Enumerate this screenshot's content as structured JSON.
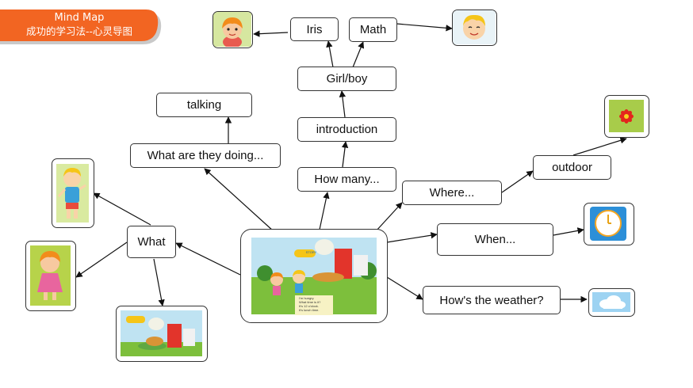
{
  "banner": {
    "title": "Mind Map",
    "subtitle": "成功的学习法--心灵导图"
  },
  "nodes": {
    "iris": "Iris",
    "math": "Math",
    "girl_boy": "Girl/boy",
    "talking": "talking",
    "introduction": "introduction",
    "what_are_they_doing": "What are they doing...",
    "how_many": "How many...",
    "where": "Where...",
    "outdoor": "outdoor",
    "what": "What",
    "when": "When...",
    "weather": "How's the weather?"
  },
  "center_image": {
    "sign": "STORY",
    "speech": [
      "I'm hungry.",
      "What time is it?",
      "It's 12 o'clock.",
      "It's lunch time."
    ]
  },
  "colors": {
    "banner": "#f26522",
    "node_border": "#333333",
    "arrow": "#111111"
  }
}
